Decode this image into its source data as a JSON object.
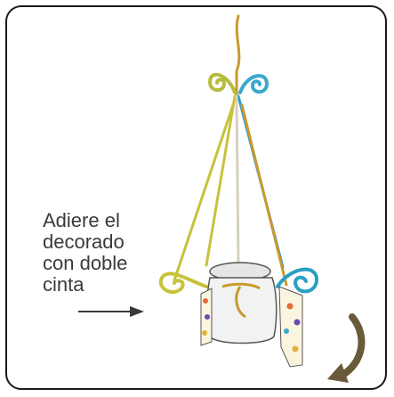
{
  "caption": {
    "lines": [
      "Adiere el",
      "decorado",
      "con doble",
      "cinta"
    ]
  },
  "colors": {
    "border": "#1a1a1a",
    "text": "#3a3a3a",
    "wire_yellow": "#c8c23a",
    "wire_blue": "#2a9fc4",
    "wire_gold": "#c99a2e",
    "spiral_green": "#b6bc3c",
    "spiral_blue": "#3aa8cc",
    "glass": "#f2f2f2",
    "arrow": "#6a5a3a"
  },
  "icons": {
    "pointer_arrow": "right-arrow-icon",
    "rotate_arrow": "curved-arrow-icon"
  }
}
